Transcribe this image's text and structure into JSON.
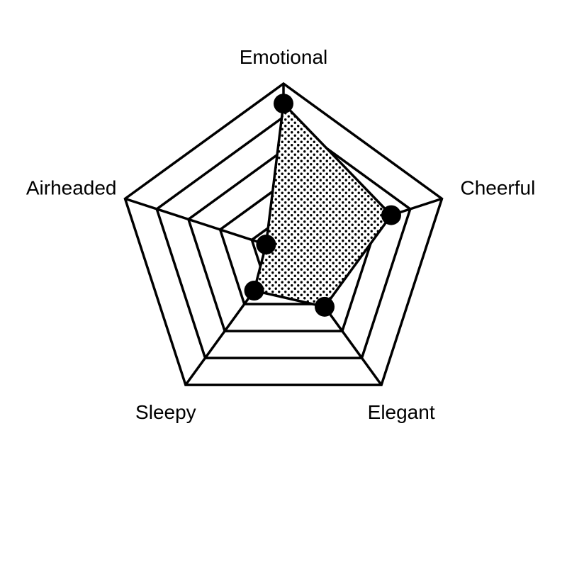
{
  "chart_data": {
    "type": "radar",
    "categories": [
      "Emotional",
      "Cheerful",
      "Elegant",
      "Sleepy",
      "Airheaded"
    ],
    "values": [
      4.4,
      3.4,
      2.1,
      1.5,
      0.55
    ],
    "range": [
      0,
      5
    ],
    "grid_levels": [
      1,
      2,
      3,
      4,
      5
    ],
    "fill_pattern": "dots",
    "colors": {
      "stroke": "#000000",
      "fill": "#ffffff",
      "marker": "#000000"
    }
  }
}
